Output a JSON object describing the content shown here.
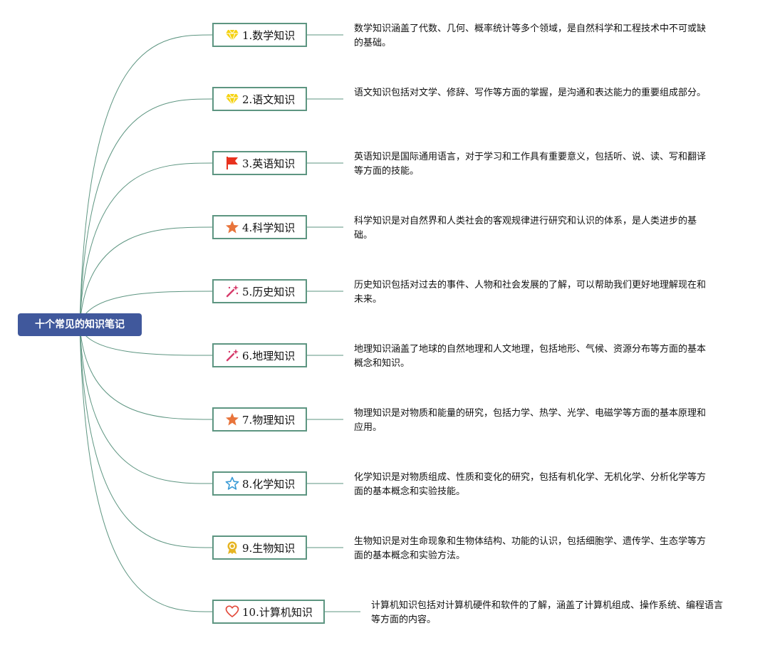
{
  "mindmap": {
    "root": {
      "label": "十个常见的知识笔记"
    },
    "topics": [
      {
        "label": "1.数学知识",
        "icon": "diamond-icon",
        "icon_color": "#f5d20f",
        "description": "数学知识涵盖了代数、几何、概率统计等多个领域，是自然科学和工程技术中不可或缺的基础。"
      },
      {
        "label": "2.语文知识",
        "icon": "diamond-icon",
        "icon_color": "#f5d20f",
        "description": "语文知识包括对文学、修辞、写作等方面的掌握，是沟通和表达能力的重要组成部分。"
      },
      {
        "label": "3.英语知识",
        "icon": "flag-icon",
        "icon_color": "#e8321e",
        "description": "英语知识是国际通用语言，对于学习和工作具有重要意义，包括听、说、读、写和翻译等方面的技能。"
      },
      {
        "label": "4.科学知识",
        "icon": "star-filled-icon",
        "icon_color": "#e8743b",
        "description": "科学知识是对自然界和人类社会的客观规律进行研究和认识的体系，是人类进步的基础。"
      },
      {
        "label": "5.历史知识",
        "icon": "magic-wand-icon",
        "icon_color": "#d63a6a",
        "description": "历史知识包括对过去的事件、人物和社会发展的了解，可以帮助我们更好地理解现在和未来。"
      },
      {
        "label": "6.地理知识",
        "icon": "magic-wand-icon",
        "icon_color": "#d63a6a",
        "description": "地理知识涵盖了地球的自然地理和人文地理，包括地形、气候、资源分布等方面的基本概念和知识。"
      },
      {
        "label": "7.物理知识",
        "icon": "star-filled-icon",
        "icon_color": "#e8743b",
        "description": "物理知识是对物质和能量的研究，包括力学、热学、光学、电磁学等方面的基本原理和应用。"
      },
      {
        "label": "8.化学知识",
        "icon": "star-outline-icon",
        "icon_color": "#3a9bd6",
        "description": "化学知识是对物质组成、性质和变化的研究，包括有机化学、无机化学、分析化学等方面的基本概念和实验技能。"
      },
      {
        "label": "9.生物知识",
        "icon": "award-icon",
        "icon_color": "#e6b422",
        "description": "生物知识是对生命现象和生物体结构、功能的认识，包括细胞学、遗传学、生态学等方面的基本概念和实验方法。"
      },
      {
        "label": "10.计算机知识",
        "icon": "heart-icon",
        "icon_color": "#e34b3c",
        "description": "计算机知识包括对计算机硬件和软件的了解，涵盖了计算机组成、操作系统、编程语言等方面的内容。"
      }
    ],
    "line_color": "#5d9581"
  }
}
